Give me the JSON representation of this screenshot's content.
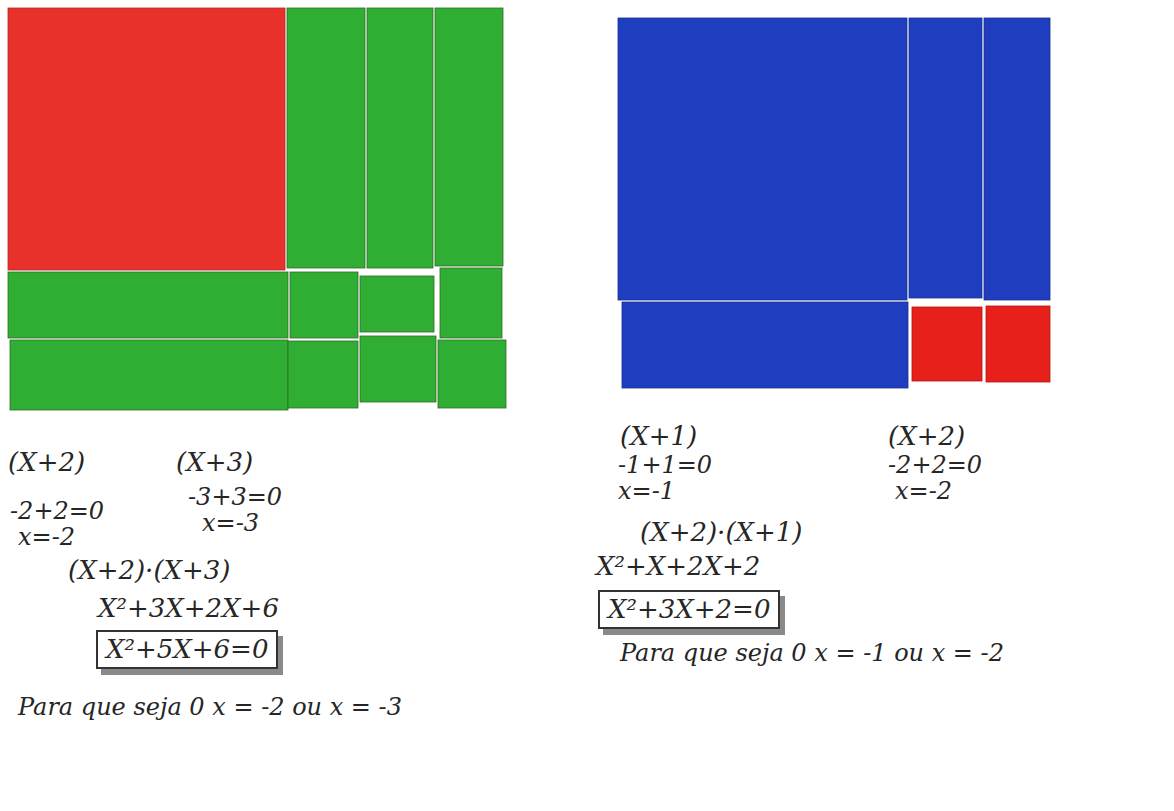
{
  "diagram": {
    "nodes": [
      {
        "text": [
          "X²+5X+6=0"
        ]
      },
      {
        "text": [
          "X²+3X+2=0"
        ]
      }
    ],
    "labels": [
      "(X+2)",
      "(X+3)",
      "-3+3=0",
      "-2+2=0",
      "x=-3",
      "x=-2",
      "(X+2)·(X+3)",
      "X²+3X+2X+6",
      "Para que seja 0 x = -2 ou x = -3",
      "(X+1)",
      "(X+2)",
      "-1+1=0",
      "-2+2=0",
      "x=-1",
      "x=-2",
      "(X+2)·(X+1)",
      "X²+X+2X+2",
      "Para que seja 0 x = -1 ou x = -2"
    ]
  }
}
